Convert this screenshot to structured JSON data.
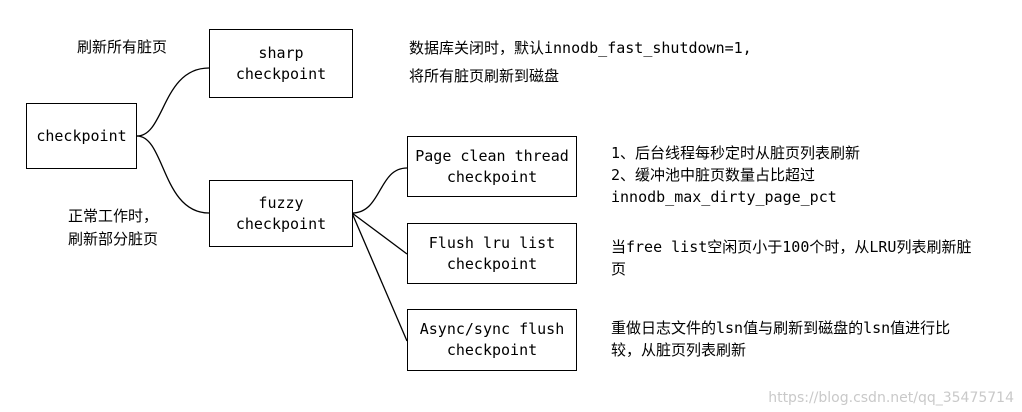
{
  "nodes": {
    "root": "checkpoint",
    "sharp": [
      "sharp",
      "checkpoint"
    ],
    "fuzzy": [
      "fuzzy",
      "checkpoint"
    ],
    "page_clean": [
      "Page clean thread",
      "checkpoint"
    ],
    "flush_lru": [
      "Flush lru list",
      "checkpoint"
    ],
    "async_sync": [
      "Async/sync flush",
      "checkpoint"
    ]
  },
  "edge_labels": {
    "sharp": "刷新所有脏页",
    "fuzzy": [
      "正常工作时，",
      "刷新部分脏页"
    ]
  },
  "notes": {
    "sharp": [
      "数据库关闭时，默认innodb_fast_shutdown=1,",
      "将所有脏页刷新到磁盘"
    ],
    "page_clean": [
      "1、后台线程每秒定时从脏页列表刷新",
      "2、缓冲池中脏页数量占比超过",
      "innodb_max_dirty_page_pct"
    ],
    "flush_lru": [
      "当free list空闲页小于100个时，从LRU列表刷新脏",
      "页"
    ],
    "async_sync": [
      "重做日志文件的lsn值与刷新到磁盘的lsn值进行比",
      "较，从脏页列表刷新"
    ]
  },
  "watermark": "https://blog.csdn.net/qq_35475714"
}
